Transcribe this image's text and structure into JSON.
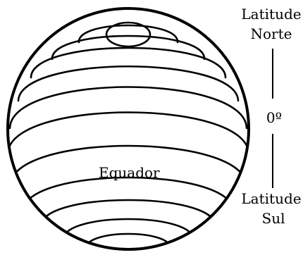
{
  "diagram": {
    "equator_label": "Equador",
    "north_label": [
      "Latitude",
      "Norte"
    ],
    "degree_label": "0º",
    "south_label": [
      "Latitude",
      "Sul"
    ]
  }
}
